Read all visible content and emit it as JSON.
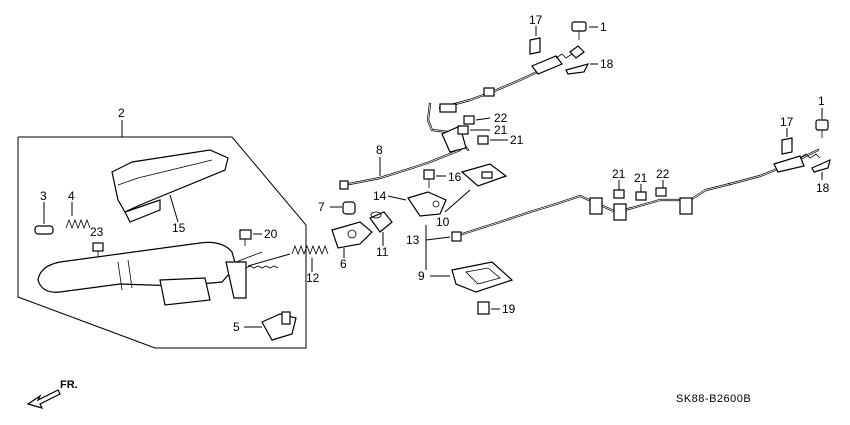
{
  "diagram": {
    "code": "SK88-B2600B",
    "direction_label": "FR.",
    "callouts": {
      "c1a": "1",
      "c1b": "1",
      "c2": "2",
      "c3": "3",
      "c4": "4",
      "c5": "5",
      "c6": "6",
      "c7": "7",
      "c8": "8",
      "c9": "9",
      "c10": "10",
      "c11": "11",
      "c13": "13",
      "c14": "14",
      "c15": "15",
      "c16": "16",
      "c17a": "17",
      "c17b": "17",
      "c18a": "18",
      "c18b": "18",
      "c19": "19",
      "c20": "20",
      "c21a": "21",
      "c21b": "21",
      "c21c": "21",
      "c21d": "21",
      "c22a": "22",
      "c22b": "22",
      "c23": "23",
      "c12": "12"
    }
  }
}
